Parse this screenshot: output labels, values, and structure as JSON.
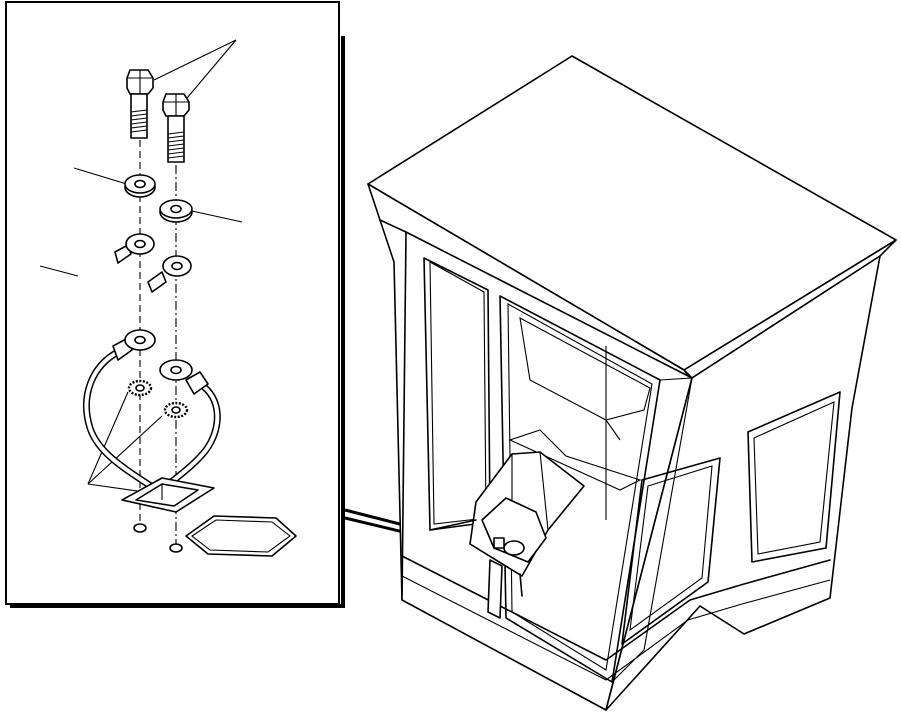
{
  "figure": {
    "kind": "exploded-parts-illustration",
    "parts": [
      {
        "name": "hex-bolt",
        "count": 2
      },
      {
        "name": "flat-washer",
        "count": 2
      },
      {
        "name": "jumper-cable-u-shaped",
        "count": 1
      },
      {
        "name": "ground-cable-lead",
        "count": 2
      },
      {
        "name": "lock-washer-toothed",
        "count": 2
      },
      {
        "name": "cover-plate-hexagonal",
        "count": 1
      },
      {
        "name": "mounting-holes",
        "count": 2
      }
    ],
    "main_view": "operator-cab-isometric",
    "detail_callout": "detail-inset"
  }
}
